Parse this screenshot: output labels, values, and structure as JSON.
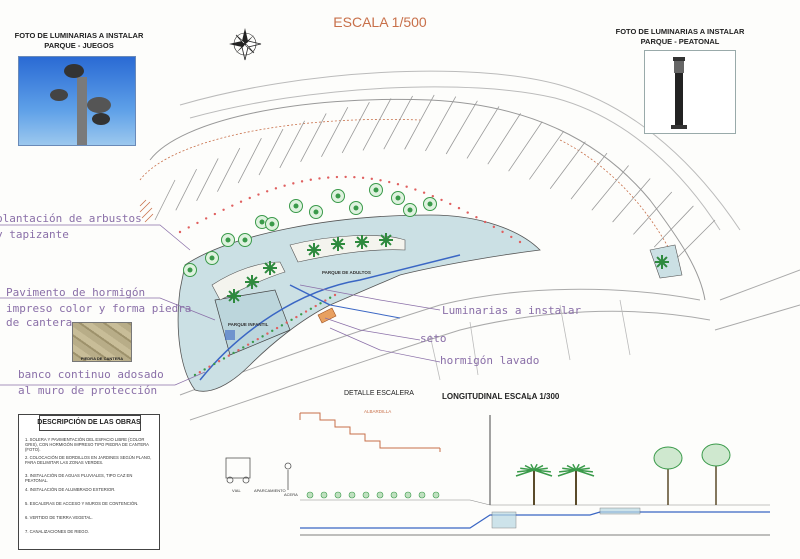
{
  "scale_title": "ESCALA 1/500",
  "photo_left": {
    "title_line1": "FOTO DE LUMINARIAS A INSTALAR",
    "title_line2": "PARQUE - JUEGOS"
  },
  "photo_right": {
    "title_line1": "FOTO DE LUMINARIAS A INSTALAR",
    "title_line2": "PARQUE - PEATONAL"
  },
  "labels": {
    "arbustos_1": "plantación de arbustos",
    "arbustos_2": "y tapizante",
    "pavimento_1": "Pavimento de hormigón",
    "pavimento_2": "impreso color y forma piedra",
    "pavimento_3": "de cantera",
    "banco_1": "banco continuo adosado",
    "banco_2": "al muro de protección",
    "luminarias": "Luminarias a instalar",
    "seto": "seto",
    "hormigon": "hormigón lavado",
    "parque_adultos": "PARQUE DE ADULTOS",
    "parque_infantil": "PARQUE INFANTIL",
    "piedra_cantera": "PIEDRA DE CANTERA"
  },
  "section": {
    "detalle": "DETALLE ESCALERA",
    "longitudinal": "LONGITUDINAL ESCALA 1/300",
    "albardilla": "ALBARDILLA",
    "vial": "VIAL",
    "aparcamiento": "APARCAMIENTO",
    "acera": "ACERA"
  },
  "description": {
    "title": "DESCRIPCIÓN DE LAS OBRAS",
    "items": [
      "1. SOLERA Y PAVIMENTACIÓN DEL ESPACIO LIBRE (COLOR GRIS), CON HORMIGÓN IMPRESO TIPO PIEDRA DE CANTERA (FOTO).",
      "2. COLOCACIÓN DE BORDILLOS EN JARDINES SEGÚN PLANO, PARA DELIMITAR LAS ZONAS VERDES.",
      "3. INSTALACIÓN DE AGUAS PLUVIALES, TIPO CAZ EN PEATONAL.",
      "4. INSTALACIÓN DE ALUMBRADO EXTERIOR.",
      "5. ESCALERAS DE ACCESO Y MUROS DE CONTENCIÓN.",
      "6. VERTIDO DE TIERRA VEGETAL.",
      "7. CANALIZACIONES DE RIEGO."
    ]
  },
  "colors": {
    "park_fill": "#cbe0e4",
    "label_purple": "#8a6fa8",
    "scale_orange": "#c8704a",
    "tree_green": "#3a9a4a",
    "blue_line": "#3a66c4"
  }
}
